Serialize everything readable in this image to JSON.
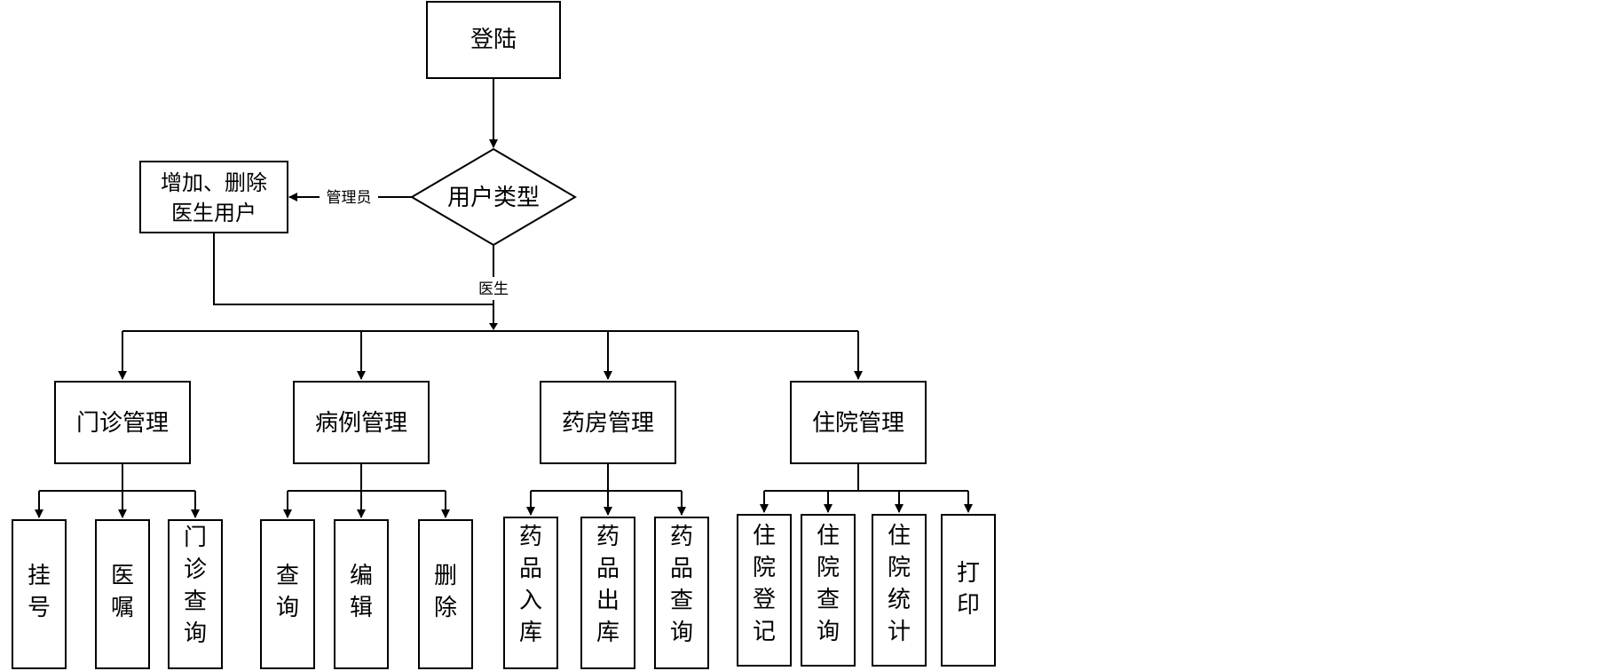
{
  "nodes": {
    "login": "登陆",
    "user_type": "用户类型",
    "admin_action": [
      "增加、删除",
      "医生用户"
    ],
    "outpatient": "门诊管理",
    "case": "病例管理",
    "pharmacy": "药房管理",
    "inpatient": "住院管理"
  },
  "edge_labels": {
    "admin": "管理员",
    "doctor": "医生"
  },
  "leaves": {
    "outpatient": [
      [
        "挂",
        "号"
      ],
      [
        "医",
        "嘱"
      ],
      [
        "门",
        "诊",
        "查",
        "询"
      ]
    ],
    "case": [
      [
        "查",
        "询"
      ],
      [
        "编",
        "辑"
      ],
      [
        "删",
        "除"
      ]
    ],
    "pharmacy": [
      [
        "药",
        "品",
        "入",
        "库"
      ],
      [
        "药",
        "品",
        "出",
        "库"
      ],
      [
        "药",
        "品",
        "查",
        "询"
      ]
    ],
    "inpatient": [
      [
        "住",
        "院",
        "登",
        "记"
      ],
      [
        "住",
        "院",
        "查",
        "询"
      ],
      [
        "住",
        "院",
        "统",
        "计"
      ],
      [
        "打",
        "印"
      ]
    ]
  }
}
